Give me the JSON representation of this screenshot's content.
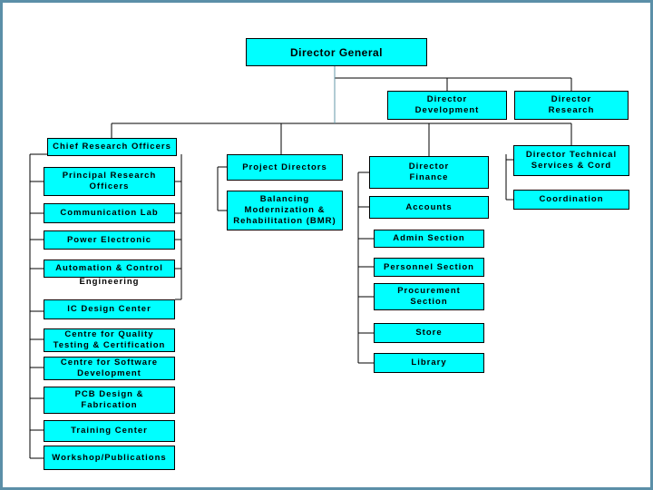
{
  "colors": {
    "box_fill": "#00ffff",
    "line": "#000000",
    "trunk": "#6699aa",
    "frame": "#5b8fa8"
  },
  "nodes": {
    "director_general": "Director  General",
    "director_development": "Director\nDevelopment",
    "director_research": "Director\nResearch",
    "chief_research_officers": "Chief Research Officers",
    "principal_research_officers": "Principal Research\nOfficers",
    "communication_lab": "Communication Lab",
    "power_electronic": "Power Electronic",
    "automation_control": "Automation & Control",
    "engineering": "Engineering",
    "ic_design_center": "IC Design Center",
    "centre_quality": "Centre for Quality\nTesting & Certification",
    "centre_software": "Centre for Software\nDevelopment",
    "pcb_design": "PCB Design &\nFabrication",
    "training_center": "Training Center",
    "workshop_publications": "Workshop/Publications",
    "project_directors": "Project Directors",
    "bmr": "Balancing\nModernization &\nRehabilitation (BMR)",
    "director_finance": "Director\nFinance",
    "accounts": "Accounts",
    "admin_section": "Admin Section",
    "personnel_section": "Personnel Section",
    "procurement_section": "Procurement\nSection",
    "store": "Store",
    "library": "Library",
    "director_technical": "Director Technical\nServices & Cord",
    "coordination": "Coordination"
  }
}
